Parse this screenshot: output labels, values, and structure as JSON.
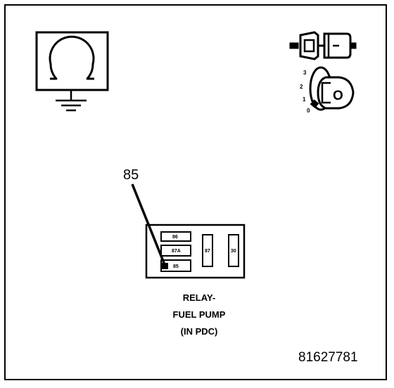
{
  "callout": {
    "label": "85"
  },
  "relay": {
    "pins": [
      {
        "id": "pin-86",
        "label": "86"
      },
      {
        "id": "pin-87a",
        "label": "87A"
      },
      {
        "id": "pin-85",
        "label": "85"
      },
      {
        "id": "pin-87",
        "label": "87"
      },
      {
        "id": "pin-30",
        "label": "30"
      }
    ],
    "caption": [
      "RELAY-",
      "FUEL PUMP",
      "(IN PDC)"
    ]
  },
  "ignition": {
    "positions": [
      "3",
      "2",
      "1",
      "0"
    ],
    "key_symbol": "O"
  },
  "icons": [
    "ohmmeter-ground-icon",
    "connector-icon",
    "ignition-key-icon"
  ],
  "diagram_id": "81627781"
}
